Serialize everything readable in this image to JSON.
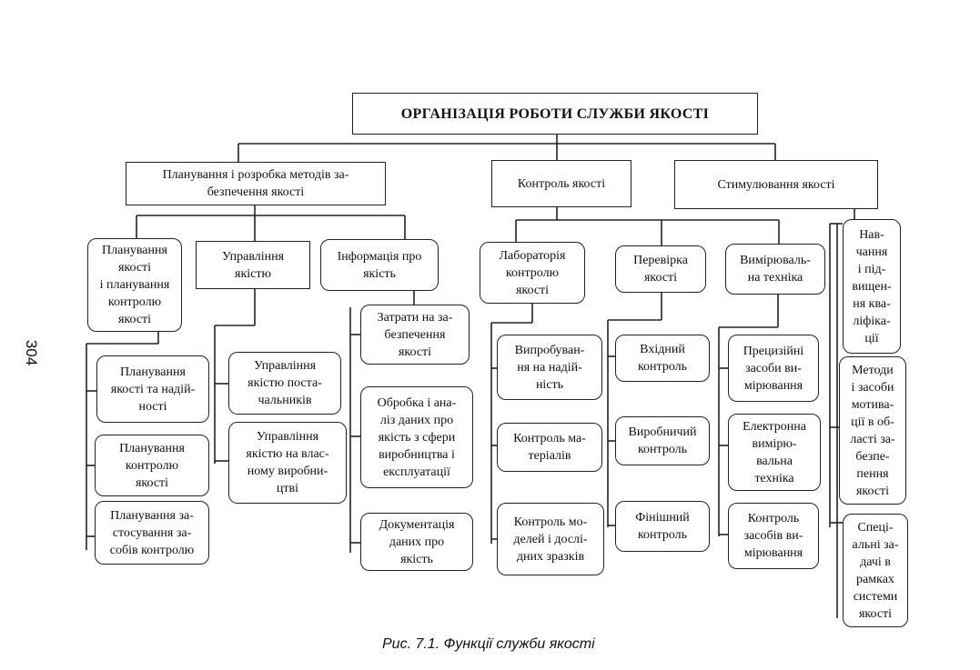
{
  "title": "ОРГАНІЗАЦІЯ РОБОТИ СЛУЖБИ ЯКОСТІ",
  "page_number": "304",
  "caption": "Рис. 7.1. Функції служби якості",
  "level1": {
    "planning": "Планування і розробка методів за-\nбезпечення якості",
    "control": "Контроль якості",
    "stimulation": "Стимулювання якості"
  },
  "level2": {
    "quality_planning": "Планування\nякості\nі планування\nконтролю\nякості",
    "quality_management": "Управління\nякістю",
    "quality_info": "Інформація про\nякість",
    "control_lab": "Лабораторія\nконтролю\nякості",
    "quality_check": "Перевірка\nякості",
    "measuring_tech": "Вимірюваль-\nна техніка",
    "training": "Нав-\nчання\nі під-\nвищен-\nня ква-\nліфіка-\nції",
    "methods": "Методи\nі засоби\nмотива-\nції в об-\nласті за-\nбезпе-\nпення\nякості",
    "special": "Спеці-\nальні за-\nдачі в\nрамках\nсистеми\nякості"
  },
  "level3": {
    "reliability_planning": "Планування\nякості та надій-\nності",
    "control_planning": "Планування\nконтролю\nякості",
    "tools_planning": "Планування за-\nстосування за-\nсобів контролю",
    "supplier_mgmt": "Управління\nякістю поста-\nчальників",
    "own_mgmt": "Управління\nякістю на влас-\nному виробни-\nцтві",
    "costs": "Затрати на за-\nбезпечення\nякості",
    "data_processing": "Обробка і ана-\nліз даних про\nякість з сфери\nвиробництва і\nексплуатації",
    "documentation": "Документація\nданих про\nякість",
    "reliability_tests": "Випробуван-\nня на надій-\nність",
    "materials_control": "Контроль ма-\nтеріалів",
    "models_control": "Контроль мо-\nделей і дослі-\nдних зразків",
    "incoming": "Вхідний\nконтроль",
    "production": "Виробничий\nконтроль",
    "final": "Фінішний\nконтроль",
    "precision": "Прецизійні\nзасоби ви-\nмірювання",
    "electronic": "Електронна\nвимірю-\nвальна\nтехніка",
    "tools_control": "Контроль\nзасобів ви-\nмірювання"
  }
}
